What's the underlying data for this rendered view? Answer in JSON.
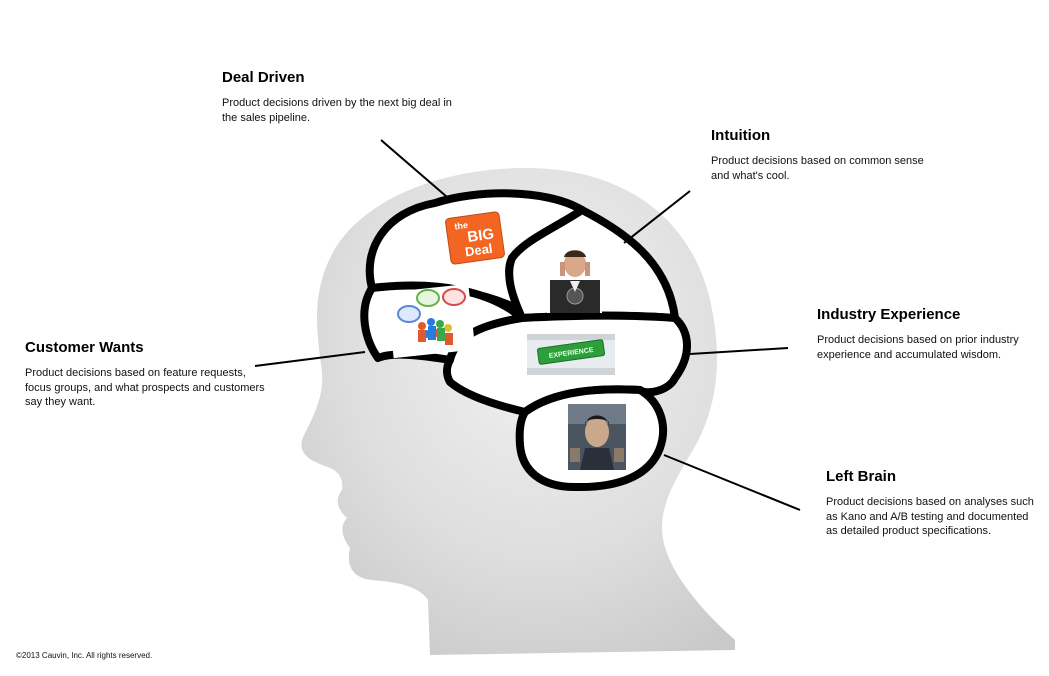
{
  "callouts": {
    "deal_driven": {
      "title": "Deal Driven",
      "description": "Product decisions driven by the next big deal in the sales pipeline."
    },
    "intuition": {
      "title": "Intuition",
      "description": "Product decisions based on common sense and what's cool."
    },
    "industry_experience": {
      "title": "Industry Experience",
      "description": "Product decisions based on prior industry experience and accumulated wisdom."
    },
    "customer_wants": {
      "title": "Customer Wants",
      "description": "Product decisions based on feature requests, focus groups, and what prospects and customers say they want."
    },
    "left_brain": {
      "title": "Left Brain",
      "description": "Product decisions based on analyses such as Kano and A/B testing and documented as detailed product specifications."
    }
  },
  "images": {
    "big_deal_logo": {
      "line1": "the",
      "line2": "BIG",
      "line3": "Deal"
    },
    "experience_key": {
      "label": "EXPERIENCE"
    }
  },
  "colors": {
    "head_silhouette": "#d9d9d9",
    "brain_outline": "#000000",
    "brain_fill": "#ffffff",
    "big_deal_orange": "#f26522",
    "experience_green": "#2e9e3a"
  },
  "footer": {
    "copyright": "©2013 Cauvin, Inc. All rights reserved."
  }
}
